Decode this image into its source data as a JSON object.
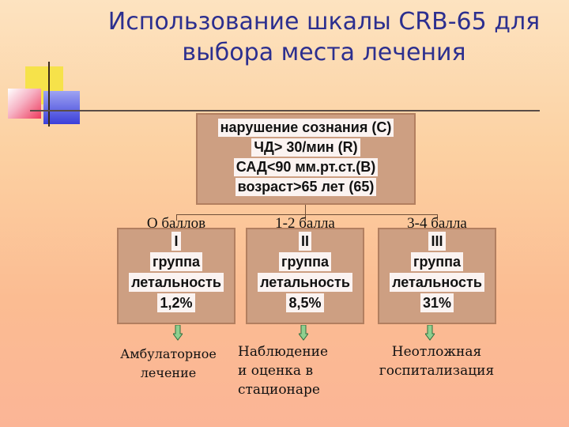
{
  "slide": {
    "title_lines": [
      "Использование шкалы CRB-65 для",
      "выбора места лечения"
    ]
  },
  "criteria": {
    "lines": [
      "нарушение сознания (C)",
      "ЧД> 30/мин (R)",
      "САД<90 мм.рт.ст.(B)",
      "возраст>65 лет (65)"
    ]
  },
  "groups": [
    {
      "score": "О баллов",
      "numeral": "I",
      "word": "группа",
      "metric": "летальность",
      "value": "1,2%",
      "outcome": [
        "Амбулаторное",
        "лечение"
      ]
    },
    {
      "score": "1-2 балла",
      "numeral": "II",
      "word": "группа",
      "metric": "летальность",
      "value": "8,5%",
      "outcome": [
        "Наблюдение",
        "и оценка в",
        "стационаре"
      ]
    },
    {
      "score": "3-4 балла",
      "numeral": "III",
      "word": "группа",
      "metric": "летальность",
      "value": "31%",
      "outcome": [
        "Неотложная",
        "госпитализация"
      ]
    }
  ],
  "colors": {
    "title": "#2c2f8f",
    "box_fill": "#cd9f82",
    "box_border": "#b27f60",
    "text_highlight": "#fbf3f1",
    "arrow_fill": "#8fcf8f",
    "arrow_stroke": "#2f6f3f"
  }
}
